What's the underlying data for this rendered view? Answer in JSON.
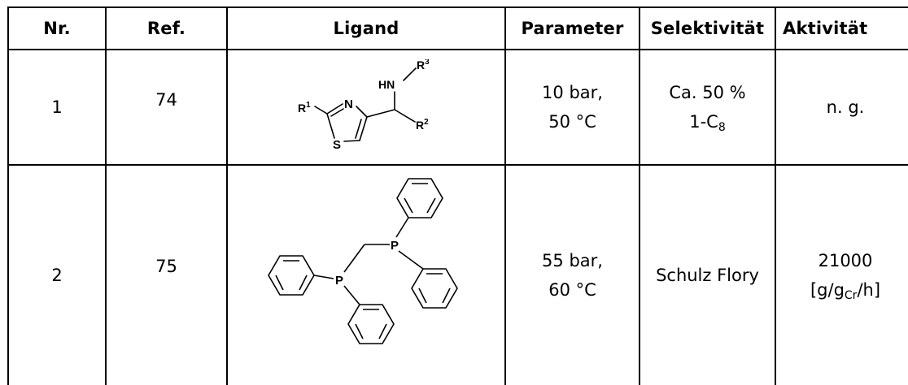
{
  "table": {
    "headers": [
      "Nr.",
      "Ref.",
      "Ligand",
      "Parameter",
      "Selektivität",
      "Aktivität"
    ],
    "rows": [
      {
        "nr": "1",
        "ref": "74",
        "ligand_atoms": {
          "r1": "R",
          "r1_sup": "1",
          "r2": "R",
          "r2_sup": "2",
          "r3": "R",
          "r3_sup": "3",
          "n": "N",
          "s": "S",
          "hn": "HN"
        },
        "parameter": [
          "10 bar,",
          "50 °C"
        ],
        "selektivitaet": {
          "line1": "Ca. 50 %",
          "line2_main": "1-C",
          "line2_sub": "8"
        },
        "aktivitaet": {
          "text": "n. g."
        }
      },
      {
        "nr": "2",
        "ref": "75",
        "ligand_atoms": {
          "p1": "P",
          "p2": "P"
        },
        "parameter": [
          "55 bar,",
          "60 °C"
        ],
        "selektivitaet": {
          "text": "Schulz Flory"
        },
        "aktivitaet": {
          "line1": "21000",
          "line2_pre": "[g/g",
          "line2_sub": "Cr",
          "line2_post": "/h]"
        }
      }
    ]
  }
}
